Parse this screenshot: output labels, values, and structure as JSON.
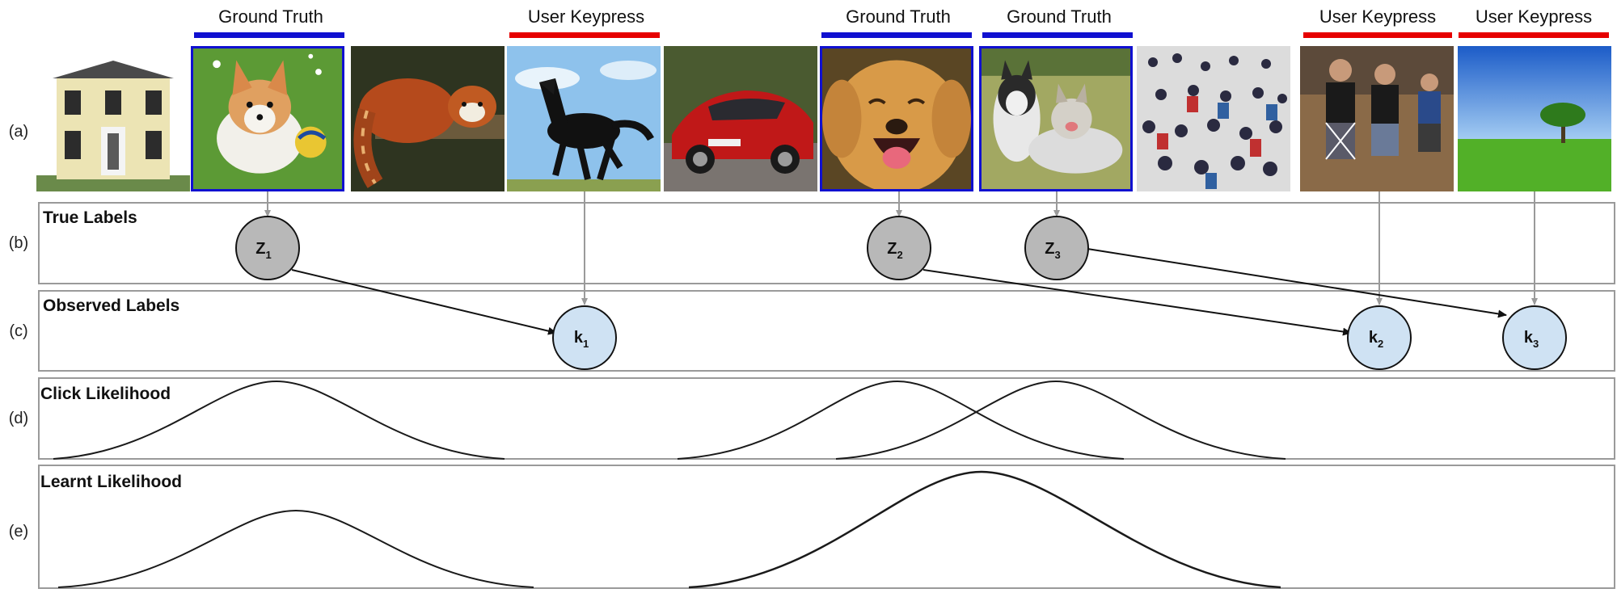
{
  "rows": {
    "a": "(a)",
    "b": "(b)",
    "c": "(c)",
    "d": "(d)",
    "e": "(e)"
  },
  "headers": {
    "ground_truth": "Ground Truth",
    "user_keypress": "User Keypress",
    "ground_truth_color": "#1010d0",
    "user_keypress_color": "#e60000"
  },
  "images": [
    {
      "subject": "house",
      "selected": false
    },
    {
      "subject": "corgi puppy",
      "selected": true
    },
    {
      "subject": "red panda",
      "selected": false
    },
    {
      "subject": "black horse",
      "selected": false
    },
    {
      "subject": "red car",
      "selected": false
    },
    {
      "subject": "golden retriever",
      "selected": true
    },
    {
      "subject": "huskies",
      "selected": true
    },
    {
      "subject": "crowd",
      "selected": false
    },
    {
      "subject": "people walking",
      "selected": false
    },
    {
      "subject": "tree on field",
      "selected": false
    }
  ],
  "panels": {
    "true_labels": "True Labels",
    "observed_labels": "Observed Labels",
    "click_likelihood": "Click Likelihood",
    "learnt_likelihood": "Learnt Likelihood"
  },
  "nodes": {
    "true": [
      {
        "base": "Z",
        "sub": "1"
      },
      {
        "base": "Z",
        "sub": "2"
      },
      {
        "base": "Z",
        "sub": "3"
      }
    ],
    "observed": [
      {
        "base": "k",
        "sub": "1"
      },
      {
        "base": "k",
        "sub": "2"
      },
      {
        "base": "k",
        "sub": "3"
      }
    ],
    "true_fill": "#b8b8b8",
    "observed_fill": "#cfe2f3"
  }
}
